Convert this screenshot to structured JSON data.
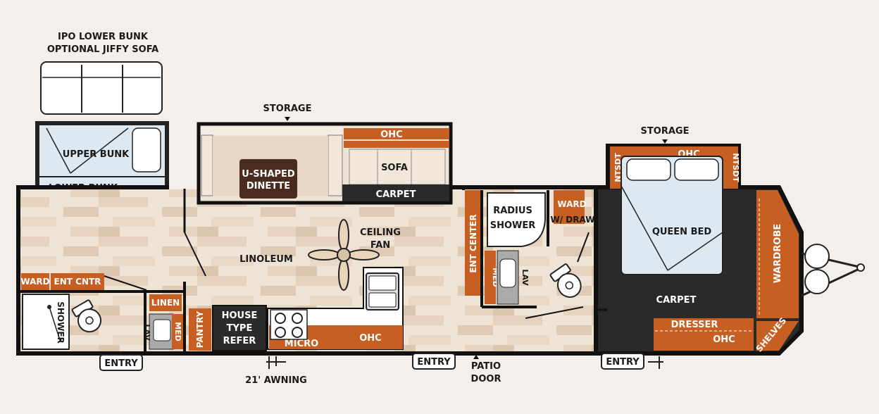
{
  "labels": {
    "ipo_lower_bunk": "IPO LOWER BUNK",
    "optional_jiffy_sofa": "OPTIONAL JIFFY SOFA",
    "upper_bunk": "UPPER BUNK",
    "lower_bunk": "LOWER BUNK",
    "storage_slide": "STORAGE",
    "storage_bedroom": "STORAGE",
    "ohc_slide": "OHC",
    "sofa": "SOFA",
    "u_shaped": "U-SHAPED",
    "dinette": "DINETTE",
    "carpet_slide": "CARPET",
    "ceiling": "CEILING",
    "fan": "FAN",
    "linoleum": "LINOLEUM",
    "ward_left": "WARD",
    "ent_cntr": "ENT CNTR",
    "linen": "LINEN",
    "lav_left": "LAV",
    "med_left": "MED",
    "shower_left": "SHOWER",
    "pantry": "PANTRY",
    "house": "HOUSE",
    "type": "TYPE",
    "refer": "REFER",
    "micro": "MICRO",
    "ohc_kitchen": "OHC",
    "ent_center": "ENT CENTER",
    "radius": "RADIUS",
    "shower": "SHOWER",
    "med_mid": "MED",
    "lav_mid": "LAV",
    "ward_mid": "WARD",
    "w_drawers": "W/ DRAWERS",
    "ohc_bed": "OHC",
    "ntsdt_left": "NTSDT",
    "ntsdt_right": "NTSDT",
    "queen_bed": "QUEEN BED",
    "carpet_bed": "CARPET",
    "wardrobe": "WARDROBE",
    "dresser": "DRESSER",
    "ohc_dresser": "OHC",
    "shelves": "SHELVES",
    "entry_1": "ENTRY",
    "entry_2": "ENTRY",
    "entry_3": "ENTRY",
    "awning": "21' AWNING",
    "patio": "PATIO",
    "door": "DOOR"
  },
  "colors": {
    "cabinet": "#c75f22",
    "wall": "#111111",
    "carpet": "#2a2a2a",
    "dinette": "#4a2c1e",
    "bunk_bed": "#dde8f1",
    "background": "#f4efea",
    "floor": "#e8d9c8"
  },
  "icons": [
    "ceiling-fan-icon",
    "sink-icon",
    "toilet-icon",
    "stove-icon",
    "hitch-icon",
    "arrow-down-icon"
  ]
}
